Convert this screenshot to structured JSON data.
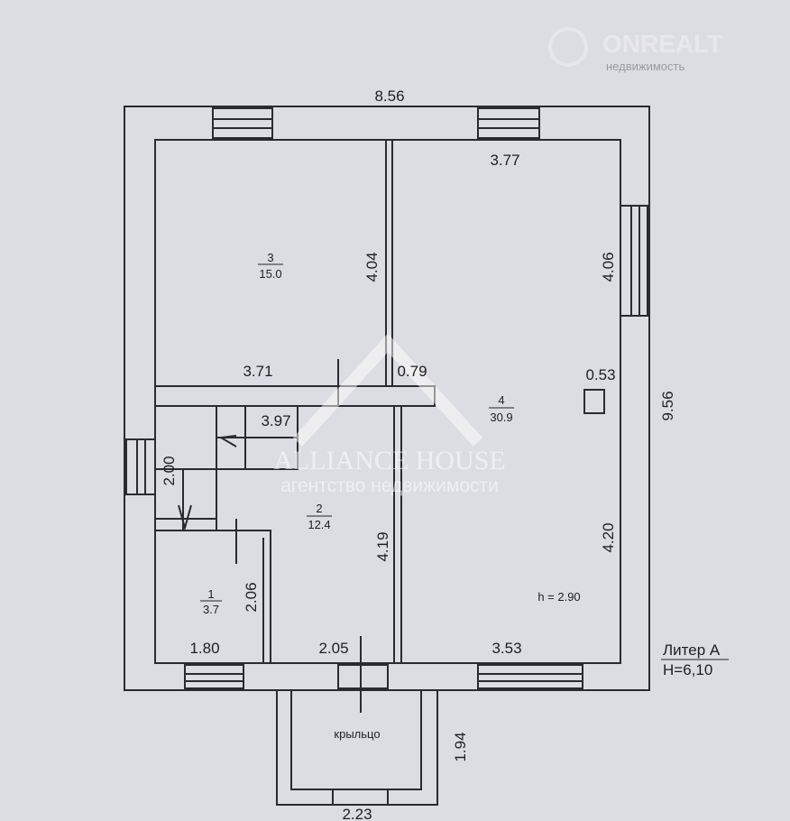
{
  "watermarks": {
    "top_right": "ONREALT",
    "top_right_sub": "недвижимость",
    "center": "ALLIANCE HOUSE",
    "center_sub": "агентство недвижимости"
  },
  "dimensions": {
    "width_total": "8.56",
    "height_total": "9.56",
    "top_right": "3.77",
    "room3_height": "4.04",
    "room4_upper": "4.06",
    "room3_width": "3.71",
    "gap": "0.79",
    "niche": "0.53",
    "stairs": "3.97",
    "stairs_height": "2.00",
    "room2_height": "4.19",
    "room4_lower": "4.20",
    "room1_height": "2.06",
    "bottom_1": "1.80",
    "bottom_2": "2.05",
    "bottom_3": "3.53",
    "porch_depth": "1.94",
    "porch_width": "2.23"
  },
  "rooms": [
    {
      "number": "1",
      "area": "3.7"
    },
    {
      "number": "2",
      "area": "12.4"
    },
    {
      "number": "3",
      "area": "15.0"
    },
    {
      "number": "4",
      "area": "30.9"
    }
  ],
  "ceiling_height": "h = 2.90",
  "porch_label": "крыльцо",
  "liter": {
    "name": "Литер А",
    "height": "H=6,10"
  }
}
